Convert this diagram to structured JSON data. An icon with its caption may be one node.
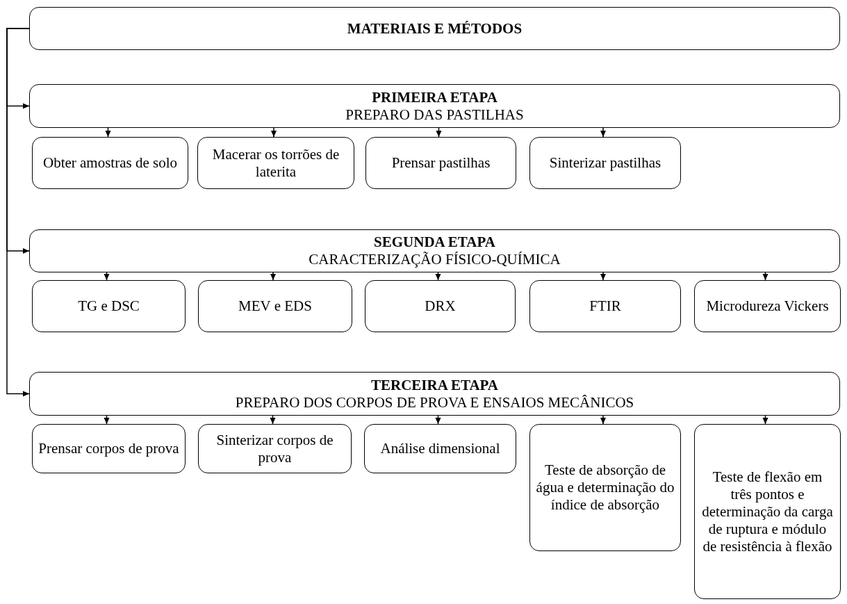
{
  "diagram": {
    "nodes": [
      {
        "text": [
          "MATERIAIS E MÉTODOS"
        ]
      },
      {
        "text": [
          "PRIMEIRA ETAPA",
          "PREPARO DAS PASTILHAS"
        ]
      },
      {
        "text": [
          "Obter amostras de solo"
        ]
      },
      {
        "text": [
          "Macerar os torrões de laterita"
        ]
      },
      {
        "text": [
          "Prensar pastilhas"
        ]
      },
      {
        "text": [
          "Sinterizar pastilhas"
        ]
      },
      {
        "text": [
          "SEGUNDA ETAPA",
          "CARACTERIZAÇÃO FÍSICO-QUÍMICA"
        ]
      },
      {
        "text": [
          "TG e DSC"
        ]
      },
      {
        "text": [
          "MEV e EDS"
        ]
      },
      {
        "text": [
          "DRX"
        ]
      },
      {
        "text": [
          "FTIR"
        ]
      },
      {
        "text": [
          "Microdureza Vickers"
        ]
      },
      {
        "text": [
          "TERCEIRA ETAPA",
          "PREPARO DOS CORPOS DE PROVA E ENSAIOS MECÂNICOS"
        ]
      },
      {
        "text": [
          "Prensar corpos de prova"
        ]
      },
      {
        "text": [
          "Sinterizar corpos de prova"
        ]
      },
      {
        "text": [
          "Análise dimensional"
        ]
      },
      {
        "text": [
          "Teste de absorção de água e determinação do índice de absorção"
        ]
      },
      {
        "text": [
          "Teste de flexão em três pontos e determinação da carga de ruptura e módulo de resistência à flexão"
        ]
      }
    ],
    "edges": [
      {
        "from": 0,
        "to": 1,
        "arrow": "to"
      },
      {
        "from": 1,
        "to": 2,
        "arrow": "to"
      },
      {
        "from": 1,
        "to": 3,
        "arrow": "to"
      },
      {
        "from": 1,
        "to": 4,
        "arrow": "to"
      },
      {
        "from": 1,
        "to": 5,
        "arrow": "to"
      },
      {
        "from": 0,
        "to": 6,
        "arrow": "to"
      },
      {
        "from": 6,
        "to": 7,
        "arrow": "to"
      },
      {
        "from": 6,
        "to": 8,
        "arrow": "to"
      },
      {
        "from": 6,
        "to": 9,
        "arrow": "to"
      },
      {
        "from": 6,
        "to": 10,
        "arrow": "to"
      },
      {
        "from": 6,
        "to": 11,
        "arrow": "to"
      },
      {
        "from": 0,
        "to": 12,
        "arrow": "to"
      },
      {
        "from": 12,
        "to": 13,
        "arrow": "to"
      },
      {
        "from": 12,
        "to": 14,
        "arrow": "to"
      },
      {
        "from": 12,
        "to": 15,
        "arrow": "to"
      },
      {
        "from": 12,
        "to": 16,
        "arrow": "to"
      },
      {
        "from": 12,
        "to": 17,
        "arrow": "to"
      }
    ]
  }
}
